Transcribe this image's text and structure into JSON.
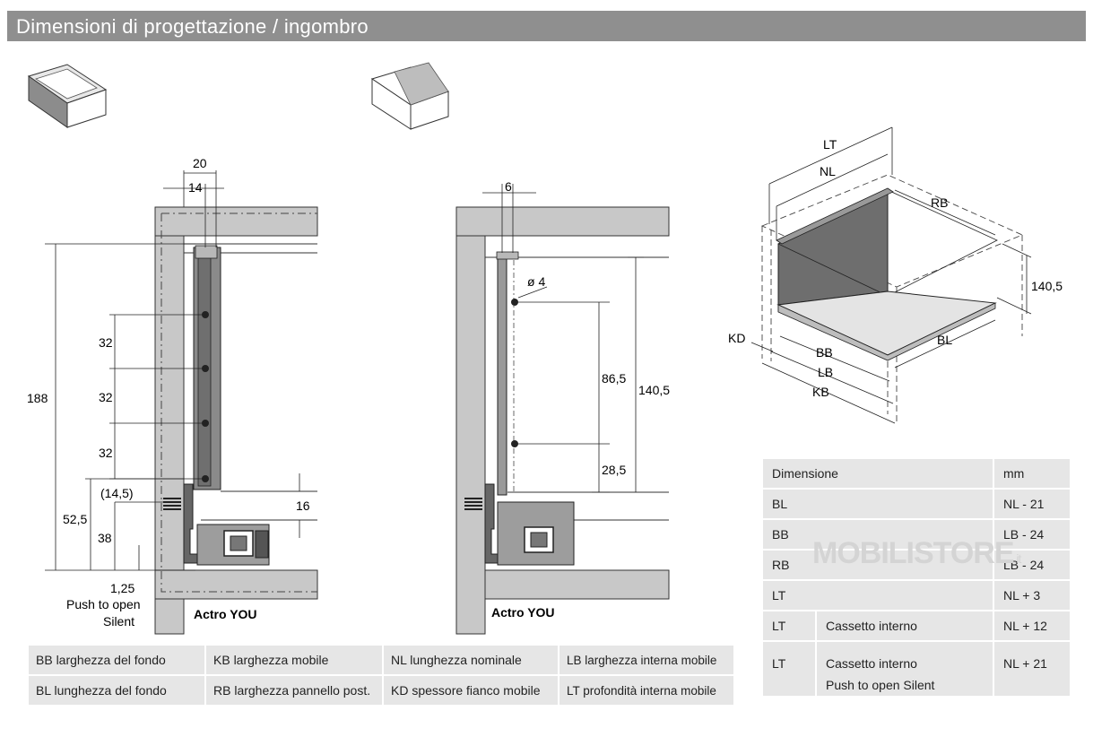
{
  "header": {
    "title": "Dimensioni di progettazione / ingombro"
  },
  "left_drawing": {
    "label": "Actro YOU",
    "dims": {
      "d20": "20",
      "d14": "14",
      "d188": "188",
      "d32a": "32",
      "d32b": "32",
      "d32c": "32",
      "d145": "(14,5)",
      "d525": "52,5",
      "d38": "38",
      "d16": "16",
      "d125": "1,25",
      "push1": "Push to open",
      "push2": "Silent"
    }
  },
  "right_drawing": {
    "label": "Actro YOU",
    "dims": {
      "d6": "6",
      "phi4": "ø 4",
      "d865": "86,5",
      "d1405": "140,5",
      "d285": "28,5"
    }
  },
  "iso_drawing": {
    "dims": {
      "lt": "LT",
      "nl": "NL",
      "rb": "RB",
      "h1405": "140,5",
      "bl": "BL",
      "kd": "KD",
      "bb": "BB",
      "lb": "LB",
      "kb": "KB"
    }
  },
  "legend": {
    "rows": [
      [
        "BB larghezza del fondo",
        "KB larghezza mobile",
        "NL lunghezza nominale",
        "LB larghezza interna mobile"
      ],
      [
        "BL lunghezza del fondo",
        "RB larghezza pannello post.",
        "KD spessore fianco mobile",
        "LT profondità interna mobile"
      ]
    ]
  },
  "dimension_table": {
    "header": {
      "col1": "Dimensione",
      "col3": "mm"
    },
    "rows": [
      {
        "key": "BL",
        "desc": "",
        "value": "NL - 21"
      },
      {
        "key": "BB",
        "desc": "",
        "value": "LB - 24"
      },
      {
        "key": "RB",
        "desc": "",
        "value": "LB - 24"
      },
      {
        "key": "LT",
        "desc": "",
        "value": "NL + 3"
      },
      {
        "key": "LT",
        "desc": "Cassetto interno",
        "value": "NL + 12"
      },
      {
        "key": "LT",
        "desc": "Cassetto interno",
        "desc2": "Push to open Silent",
        "value": "NL + 21"
      }
    ]
  },
  "watermark": {
    "brand": "MOBILISTORE",
    "suffix": ".it"
  }
}
